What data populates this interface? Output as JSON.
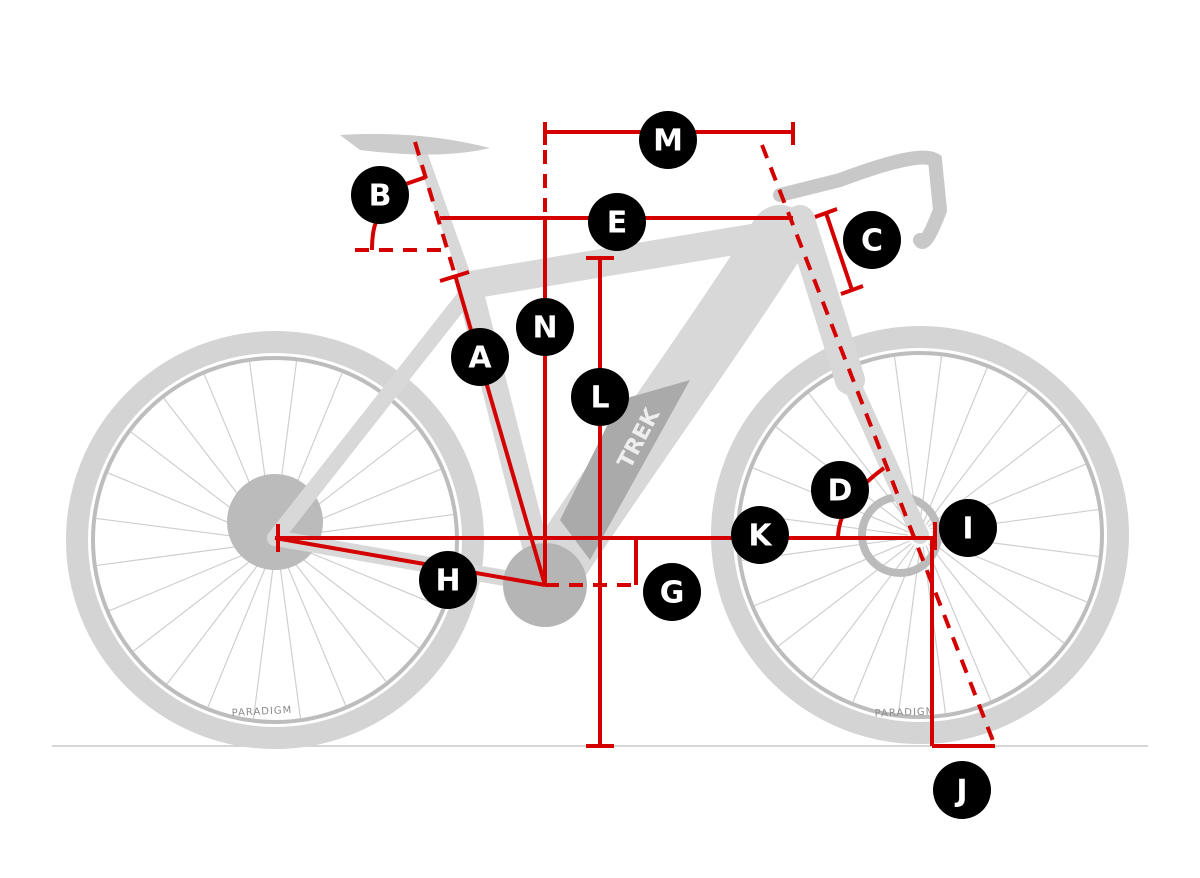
{
  "diagram": {
    "accent_color": "#d40000",
    "bike_color": "#d4d4d4",
    "labels": {
      "A": "A",
      "B": "B",
      "C": "C",
      "D": "D",
      "E": "E",
      "G": "G",
      "H": "H",
      "I": "I",
      "J": "J",
      "K": "K",
      "L": "L",
      "M": "M",
      "N": "N"
    },
    "brand_text": "TREK",
    "tire_text": "PARADIGM"
  }
}
